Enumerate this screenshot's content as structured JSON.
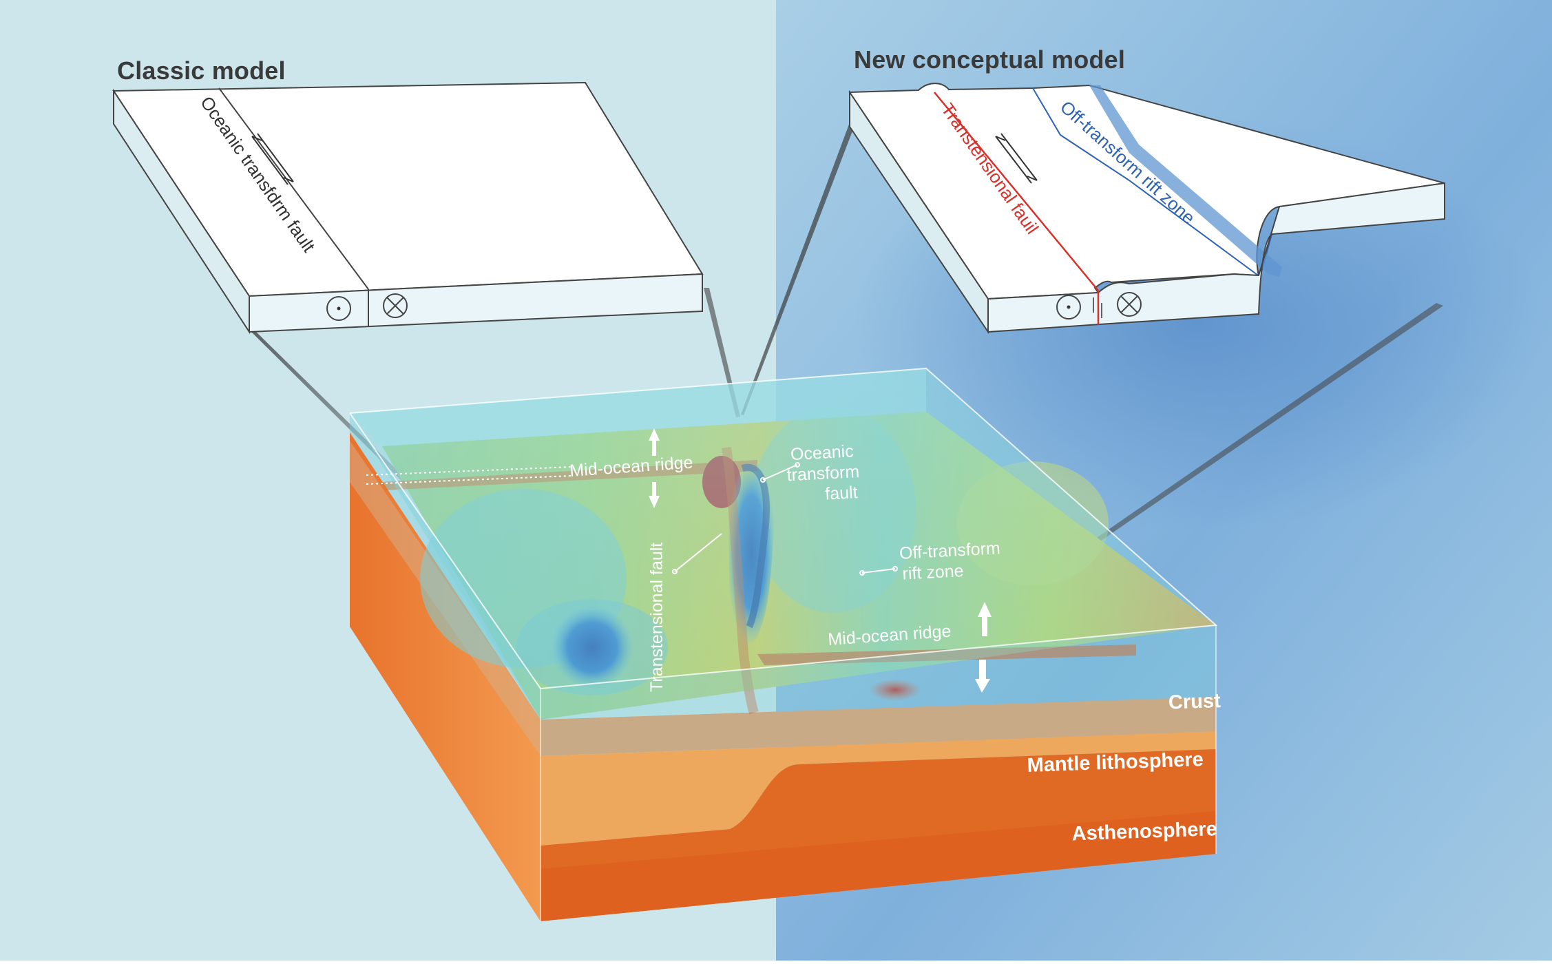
{
  "panels": {
    "classic": {
      "title": "Classic model",
      "fault_label": "Oceanic transfdrm fault"
    },
    "new": {
      "title": "New conceptual model",
      "transtensional_label": "Transtensional fauil",
      "rift_label": "Off-transform rift zone"
    }
  },
  "block": {
    "labels": {
      "ridge_upper": "Mid-ocean ridge",
      "ridge_lower": "Mid-ocean ridge",
      "oceanic_transform": [
        "Oceanic",
        "transform",
        "fault"
      ],
      "transtensional_fault": "Transtensional fault",
      "off_transform": [
        "Off-transform",
        "rift zone"
      ]
    },
    "layers": {
      "crust": "Crust",
      "mantle": "Mantle lithosphere",
      "asthenosphere": "Asthenosphere"
    }
  },
  "colors": {
    "background_left": "#cce6ec",
    "background_right": "#9dc6e2",
    "transtensional_red": "#d9302b",
    "rift_blue": "#2d62b5",
    "crust": "#c9aa86",
    "mantle": "#eea85e",
    "asthenosphere": "#e06a24"
  }
}
